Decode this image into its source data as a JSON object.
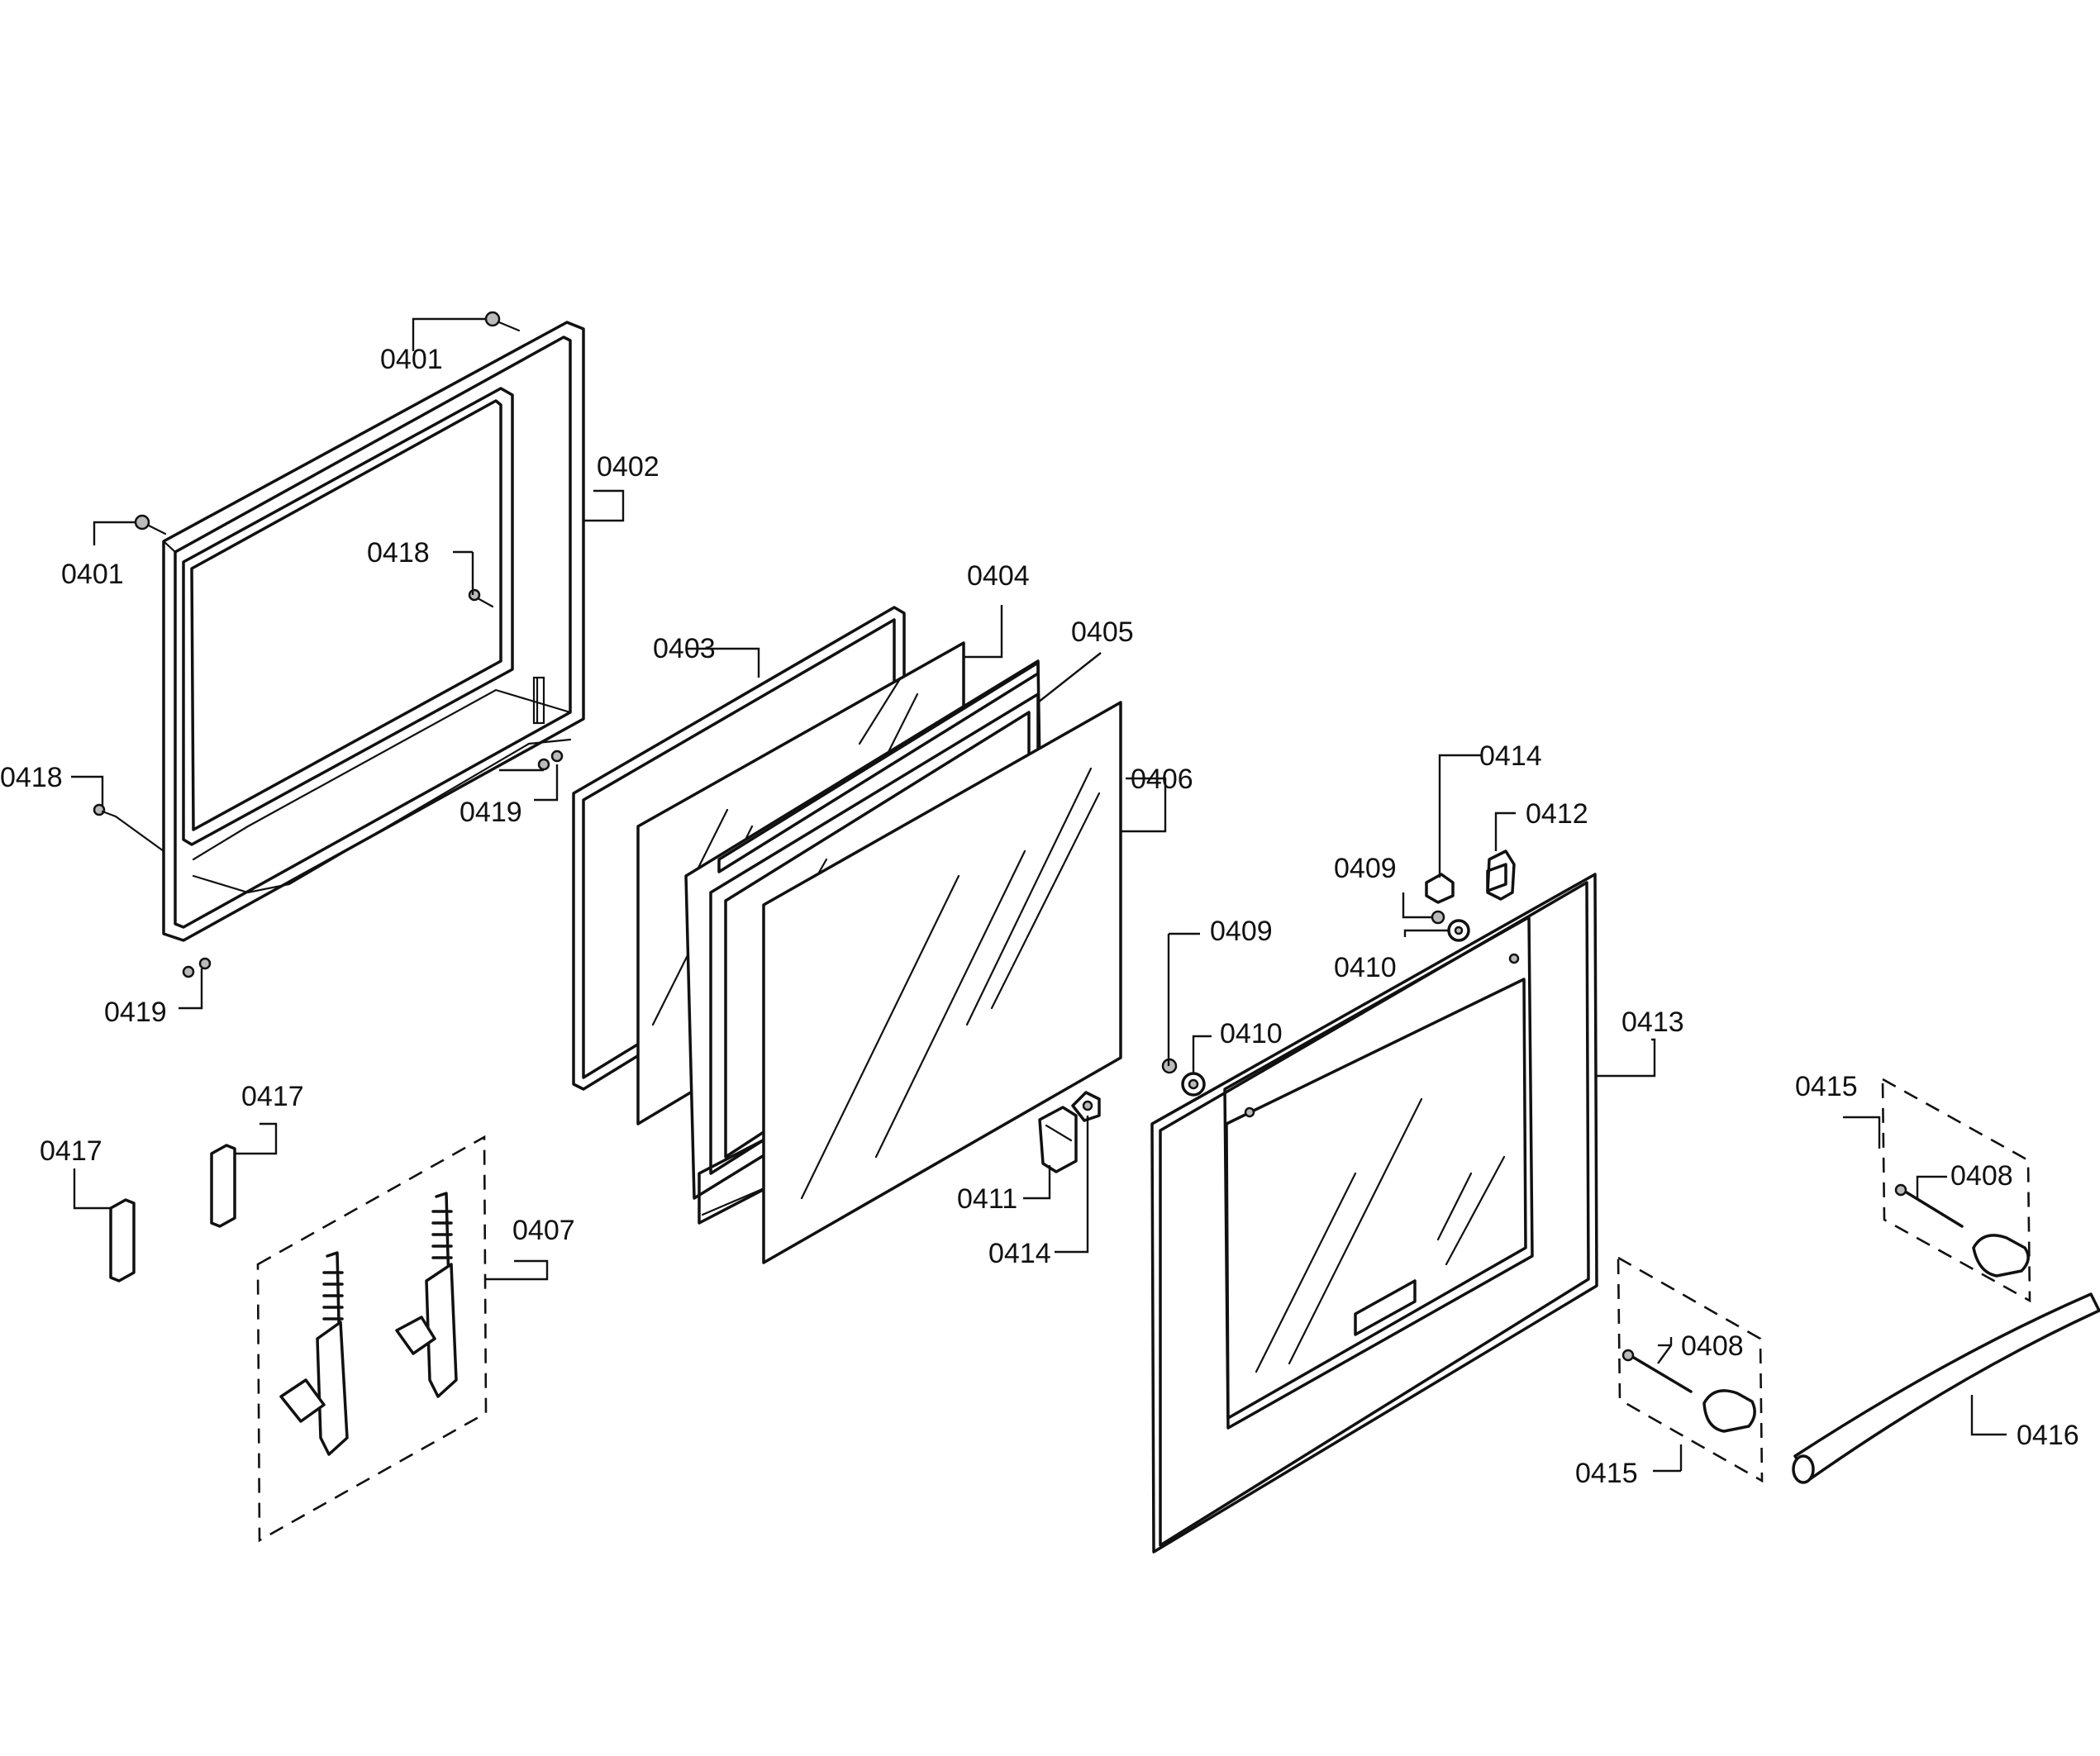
{
  "labels": {
    "p0401a": "0401",
    "p0401b": "0401",
    "p0402": "0402",
    "p0418a": "0418",
    "p0418b": "0418",
    "p0419a": "0419",
    "p0419b": "0419",
    "p0403": "0403",
    "p0404": "0404",
    "p0405": "0405",
    "p0406": "0406",
    "p0407": "0407",
    "p0408a": "0408",
    "p0408b": "0408",
    "p0409a": "0409",
    "p0409b": "0409",
    "p0410a": "0410",
    "p0410b": "0410",
    "p0411": "0411",
    "p0412": "0412",
    "p0413": "0413",
    "p0414a": "0414",
    "p0414b": "0414",
    "p0415a": "0415",
    "p0415b": "0415",
    "p0416": "0416",
    "p0417a": "0417",
    "p0417b": "0417"
  }
}
